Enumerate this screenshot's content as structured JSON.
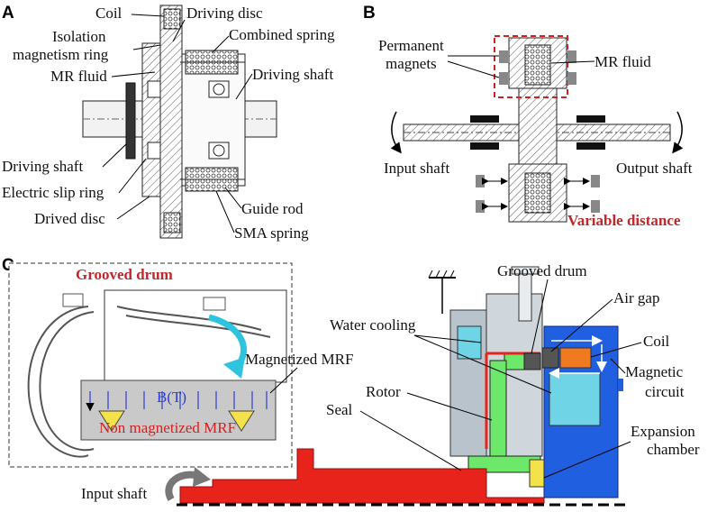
{
  "panels": {
    "a": {
      "letter": "A",
      "labels": {
        "coil": "Coil",
        "driving_disc": "Driving disc",
        "isolation_1": "Isolation",
        "isolation_2": "magnetism ring",
        "combined_spring": "Combined spring",
        "mr_fluid": "MR fluid",
        "driving_shaft_right": "Driving shaft",
        "driving_shaft_left": "Driving shaft",
        "electric_slip_ring": "Electric slip ring",
        "guide_rod": "Guide rod",
        "drived_disc": "Drived disc",
        "sma_spring": "SMA spring"
      }
    },
    "b": {
      "letter": "B",
      "labels": {
        "permanent_1": "Permanent",
        "permanent_2": "magnets",
        "mr_fluid": "MR fluid",
        "input_shaft": "Input shaft",
        "output_shaft": "Output shaft",
        "variable_distance": "Variable distance"
      }
    },
    "c": {
      "letter": "C",
      "labels": {
        "grooved_drum_inset": "Grooved drum",
        "magnetized_mrf": "Magnetized MRF",
        "bt": "B(T)",
        "non_magnetized": "Non magnetized MRF",
        "input_shaft": "Input shaft",
        "grooved_drum": "Grooved drum",
        "air_gap": "Air gap",
        "water_cooling": "Water cooling",
        "coil": "Coil",
        "magnetic_1": "Magnetic",
        "magnetic_2": "circuit",
        "rotor": "Rotor",
        "seal": "Seal",
        "expansion_1": "Expansion",
        "expansion_2": "chamber"
      }
    }
  },
  "colors": {
    "red_label": "#c0282c",
    "shaft_red": "#e8231c",
    "green": "#6ee86a",
    "blue": "#1f5fe0",
    "cyan": "#6fd4e6",
    "orange": "#f07a1f",
    "grey": "#b9c3cc"
  }
}
